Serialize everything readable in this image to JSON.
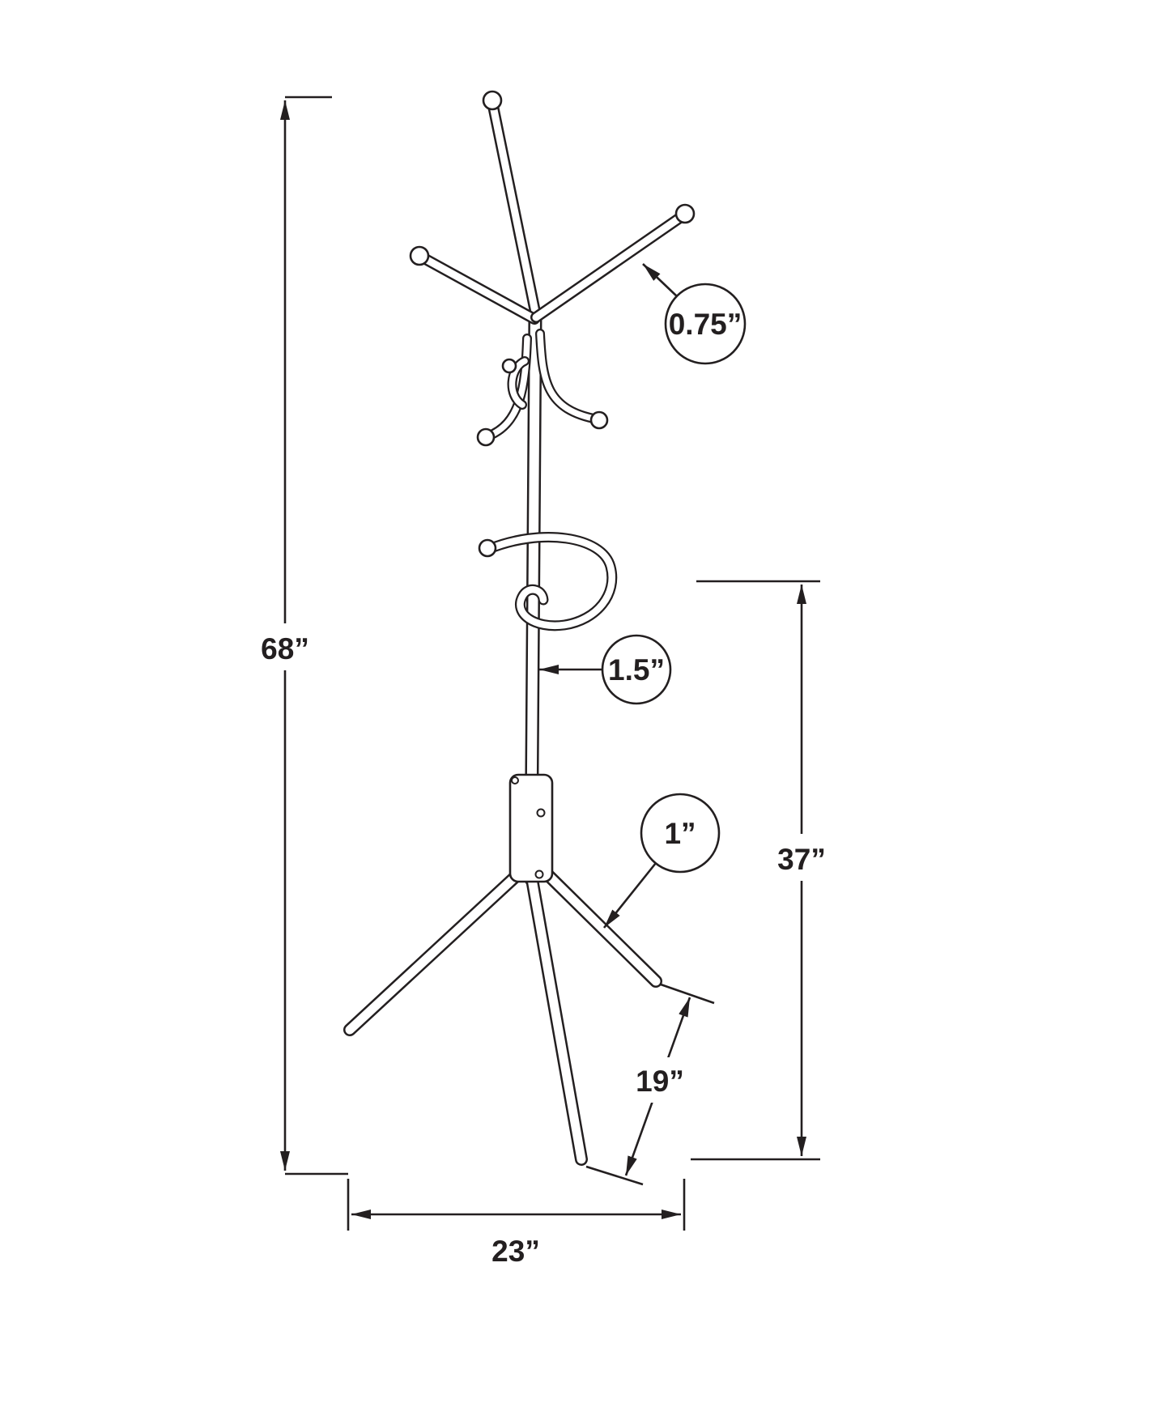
{
  "diagram": {
    "colors": {
      "line": "#231f20",
      "background": "#ffffff"
    },
    "labels": {
      "overall_height": "68”",
      "pole_height": "37”",
      "base_width": "23”",
      "leg_length": "19”",
      "hook_diameter": "0.75”",
      "pole_diameter": "1.5”",
      "leg_diameter": "1”"
    }
  }
}
